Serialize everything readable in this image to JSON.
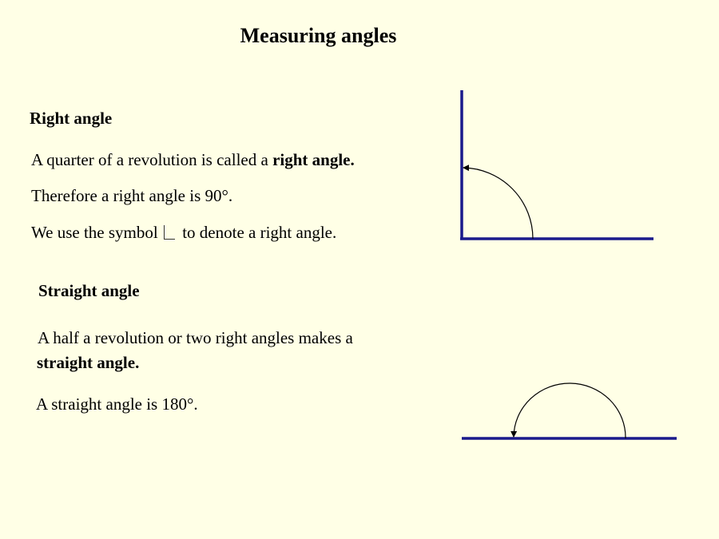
{
  "slide": {
    "title": "Measuring angles",
    "background_color": "#ffffe6",
    "line_color": "#1a1a8c"
  },
  "right_angle": {
    "heading": "Right angle",
    "line1_pre": "A quarter of a revolution is called a ",
    "line1_bold": "right angle.",
    "line2": "Therefore a right angle is 90°.",
    "line3_pre": "We use the symbol",
    "line3_symbol": "right-angle-symbol",
    "line3_post": "to denote a right angle.",
    "diagram": {
      "type": "right-angle",
      "degrees": 90
    }
  },
  "straight_angle": {
    "heading": "Straight angle",
    "line1": "A half a revolution or two right angles  makes a",
    "line1_bold": "straight angle.",
    "line2": "A straight angle is 180°.",
    "diagram": {
      "type": "straight-angle",
      "degrees": 180
    }
  }
}
